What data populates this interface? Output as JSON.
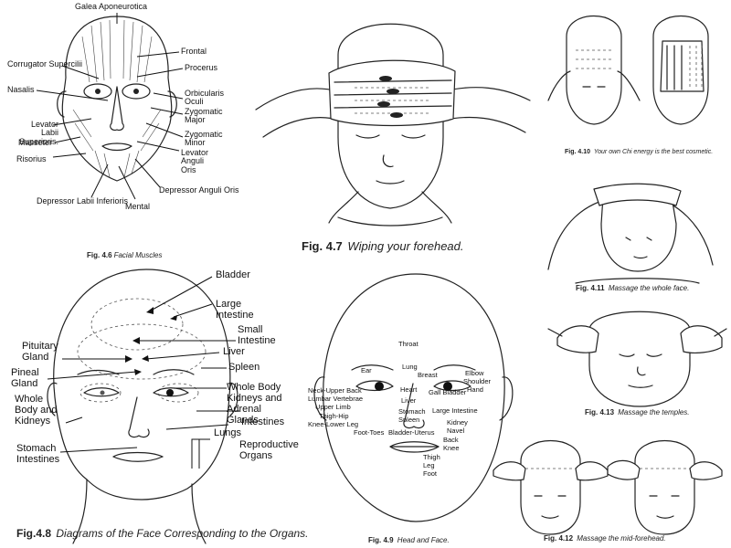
{
  "fig46": {
    "caption_num": "Fig. 4.6",
    "caption_text": "Facial Muscles",
    "labels": {
      "galea": "Galea Aponeurotica",
      "corrugator": "Corrugator Supercilii",
      "nasalis": "Nasalis",
      "levator_labii": "Levator Labii Superioris.",
      "masseter": "Masseter",
      "risorius": "Risorius",
      "depressor_labii": "Depressor Labii Inferioris",
      "mental": "Mental",
      "depressor_anguli": "Depressor Anguli Oris",
      "levator_anguli": "Levator Anguli Oris",
      "zyg_minor": "Zygomatic Minor",
      "zyg_major": "Zygomatic Major",
      "orbicularis": "Orbicularis Oculi",
      "procerus": "Procerus",
      "frontal": "Frontal"
    }
  },
  "fig47": {
    "caption_num": "Fig. 4.7",
    "caption_text": "Wiping your forehead."
  },
  "fig410": {
    "caption_num": "Fig. 4.10",
    "caption_text": "Your own Chi energy is the best cosmetic."
  },
  "fig411": {
    "caption_num": "Fig. 4.11",
    "caption_text": "Massage the whole face."
  },
  "fig413": {
    "caption_num": "Fig. 4.13",
    "caption_text": "Massage the temples."
  },
  "fig412": {
    "caption_num": "Fig. 4.12",
    "caption_text": "Massage the mid-forehead."
  },
  "fig48": {
    "caption_num": "Fig.4.8",
    "caption_text": "Diagrams of the Face Corresponding to the Organs.",
    "labels": {
      "bladder": "Bladder",
      "large_intestine": "Large Intestine",
      "small_intestine": "Small Intestine",
      "liver": "Liver",
      "spleen": "Spleen",
      "whole_body_kidneys_adrenal": "Whole Body Kidneys and Adrenal Glands",
      "intestines_r": "Intestines",
      "lungs": "Lungs",
      "reproductive": "Reproductive Organs",
      "pituitary": "Pituitary Gland",
      "pineal": "Pineal Gland",
      "whole_body_kidneys": "Whole Body and Kidneys",
      "stomach": "Stomach",
      "intestines_l": "Intestines"
    }
  },
  "fig49": {
    "caption_num": "Fig. 4.9",
    "caption_text": "Head and Face.",
    "labels": {
      "throat": "Throat",
      "ear": "Ear",
      "lung": "Lung",
      "breast": "Breast",
      "elbow": "Elbow",
      "shoulder": "Shoulder",
      "hand": "Hand",
      "neck_upper_back": "Neck-Upper Back",
      "lumbar": "Lumbar Vertebrae",
      "heart": "Heart",
      "gall_bladder": "Gall Bladder",
      "upper_limb": "Upper Limb",
      "liver": "Liver",
      "thigh_hip": "Thigh-Hip",
      "stomach": "Stomach",
      "large_intestine": "Large Intestine",
      "knee_lower_leg": "Knee-Lower Leg",
      "spleen": "Spleen",
      "kidney": "Kidney",
      "navel": "Navel",
      "foot_toes": "Foot-Toes",
      "bladder_uterus": "Bladder-Uterus",
      "back": "Back",
      "knee": "Knee",
      "thigh": "Thigh",
      "leg": "Leg",
      "foot": "Foot"
    }
  }
}
